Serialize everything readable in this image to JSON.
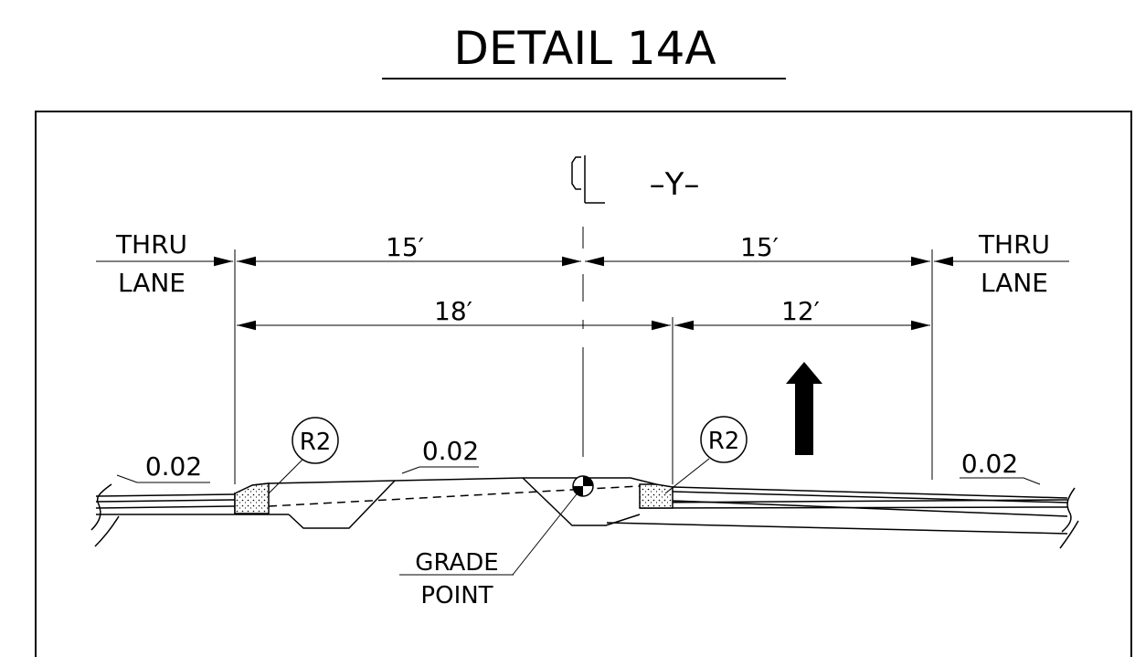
{
  "title": "DETAIL 14A",
  "centerline": {
    "symbol": "CL",
    "label": "–Y–"
  },
  "dimensions": {
    "left_top": "15′",
    "right_top": "15′",
    "left_bottom": "18′",
    "right_bottom": "12′"
  },
  "thru_lane_left": {
    "line1": "THRU",
    "line2": "LANE"
  },
  "thru_lane_right": {
    "line1": "THRU",
    "line2": "LANE"
  },
  "slopes": {
    "left_outer": "0.02",
    "median": "0.02",
    "right_outer": "0.02"
  },
  "curb_tags": {
    "left": "R2",
    "right": "R2"
  },
  "grade_point": {
    "line1": "GRADE",
    "line2": "POINT"
  },
  "traffic_arrow": {
    "direction": "up"
  }
}
